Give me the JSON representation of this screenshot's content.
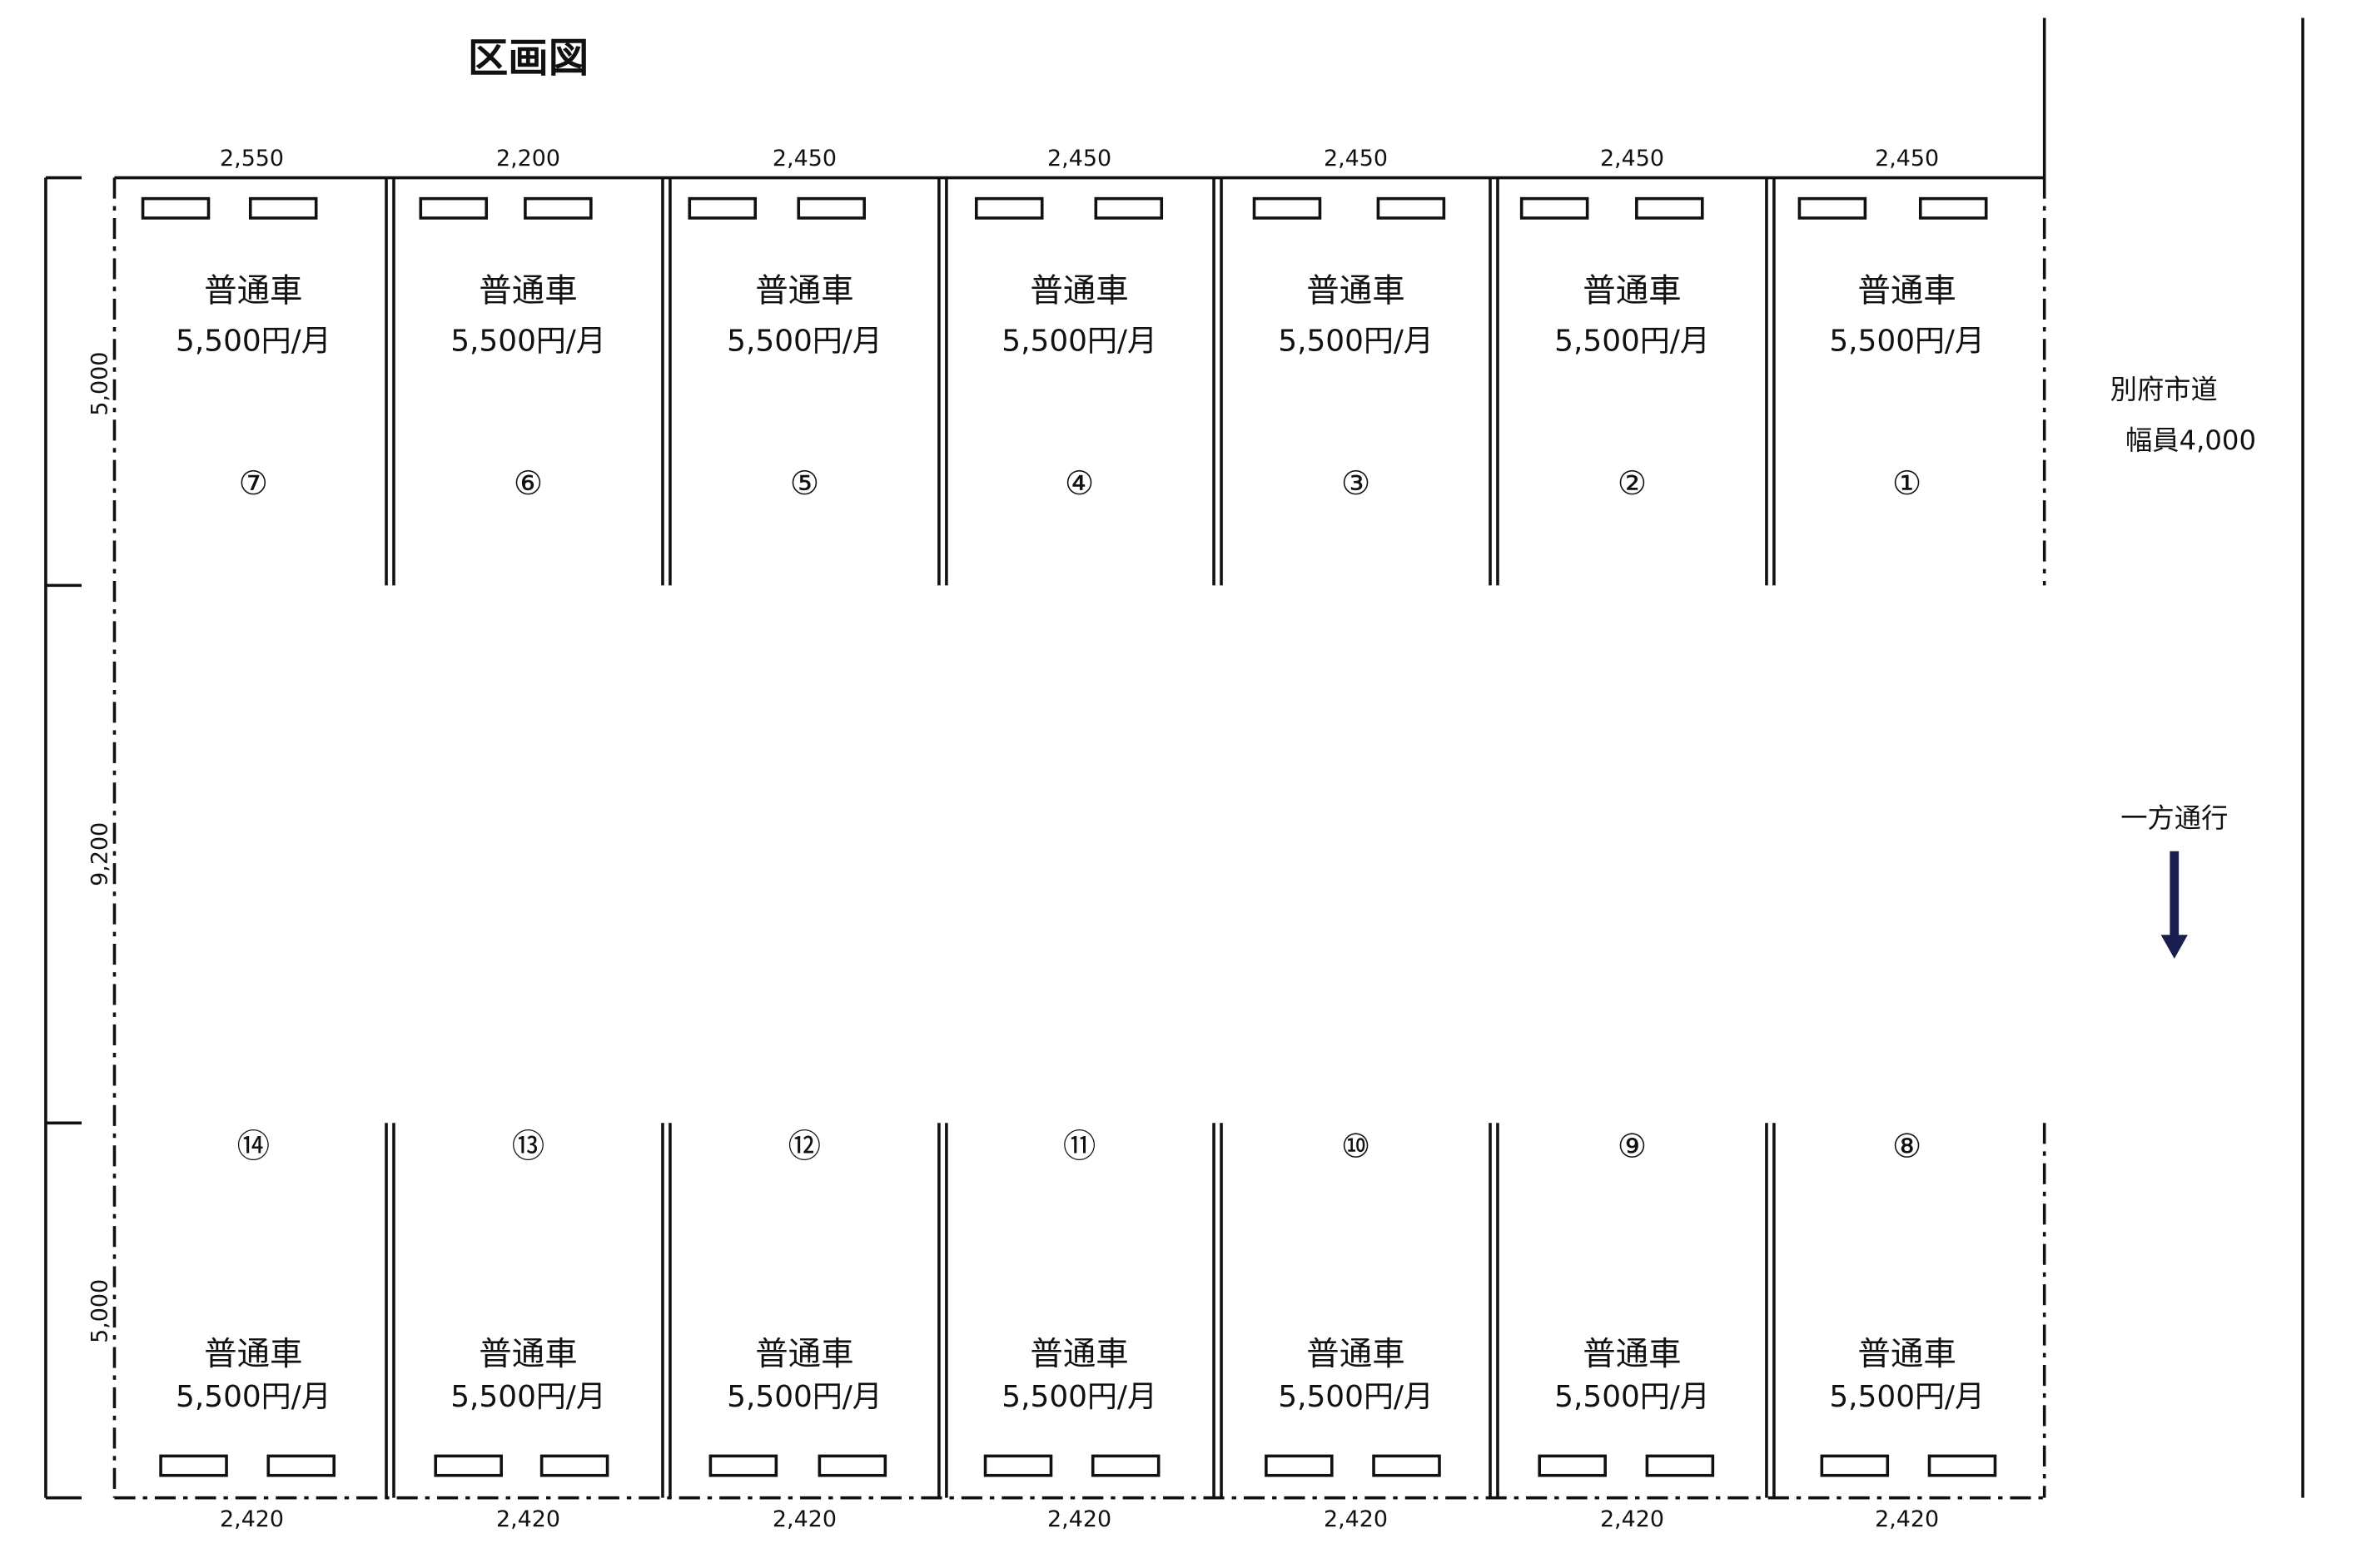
{
  "title": "区画図",
  "top_widths": [
    "2,550",
    "2,200",
    "2,450",
    "2,450",
    "2,450",
    "2,450",
    "2,450"
  ],
  "bottom_widths": [
    "2,420",
    "2,420",
    "2,420",
    "2,420",
    "2,420",
    "2,420",
    "2,420"
  ],
  "depths": {
    "top": "5,000",
    "aisle": "9,200",
    "bottom": "5,000"
  },
  "top_row": [
    {
      "number": "⑦",
      "type": "普通車",
      "price": "5,500円/月"
    },
    {
      "number": "⑥",
      "type": "普通車",
      "price": "5,500円/月"
    },
    {
      "number": "⑤",
      "type": "普通車",
      "price": "5,500円/月"
    },
    {
      "number": "④",
      "type": "普通車",
      "price": "5,500円/月"
    },
    {
      "number": "③",
      "type": "普通車",
      "price": "5,500円/月"
    },
    {
      "number": "②",
      "type": "普通車",
      "price": "5,500円/月"
    },
    {
      "number": "①",
      "type": "普通車",
      "price": "5,500円/月"
    }
  ],
  "bottom_row": [
    {
      "number": "⑭",
      "type": "普通車",
      "price": "5,500円/月"
    },
    {
      "number": "⑬",
      "type": "普通車",
      "price": "5,500円/月"
    },
    {
      "number": "⑫",
      "type": "普通車",
      "price": "5,500円/月"
    },
    {
      "number": "⑪",
      "type": "普通車",
      "price": "5,500円/月"
    },
    {
      "number": "⑩",
      "type": "普通車",
      "price": "5,500円/月"
    },
    {
      "number": "⑨",
      "type": "普通車",
      "price": "5,500円/月"
    },
    {
      "number": "⑧",
      "type": "普通車",
      "price": "5,500円/月"
    }
  ],
  "road": {
    "name": "別府市道",
    "width": "幅員4,000",
    "direction": "一方通行"
  },
  "colors": {
    "line": "#111111",
    "arrow": "#1a1f4f",
    "paper": "#ffffff"
  },
  "icons": {
    "traffic": "arrow-down-icon",
    "wheel_stop": "wheel-stop-icon"
  }
}
